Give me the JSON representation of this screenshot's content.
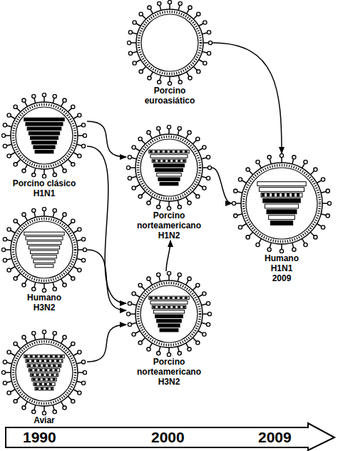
{
  "diagram": {
    "nodes": [
      {
        "text": [
          "Porcino euroasiático"
        ]
      },
      {
        "text": [
          "Porcino clásico H1N1"
        ]
      },
      {
        "text": [
          "Porcino norteamericano H1N2"
        ]
      },
      {
        "text": [
          "Humano H1N1 2009"
        ]
      },
      {
        "text": [
          "Humano H3N2"
        ]
      },
      {
        "text": [
          "Porcino norteamericano H3N2"
        ]
      },
      {
        "text": [
          "Aviar"
        ]
      }
    ],
    "edges": [
      {
        "from": 0,
        "to": 3,
        "arrow": "to"
      },
      {
        "from": 1,
        "to": 2,
        "arrow": "to"
      },
      {
        "from": 1,
        "to": 5,
        "arrow": "to"
      },
      {
        "from": 4,
        "to": 5,
        "arrow": "to"
      },
      {
        "from": 6,
        "to": 5,
        "arrow": "to"
      },
      {
        "from": 5,
        "to": 2,
        "arrow": "to"
      },
      {
        "from": 2,
        "to": 3,
        "arrow": "to"
      }
    ],
    "labels": [
      "1990",
      "2000",
      "2009"
    ]
  }
}
